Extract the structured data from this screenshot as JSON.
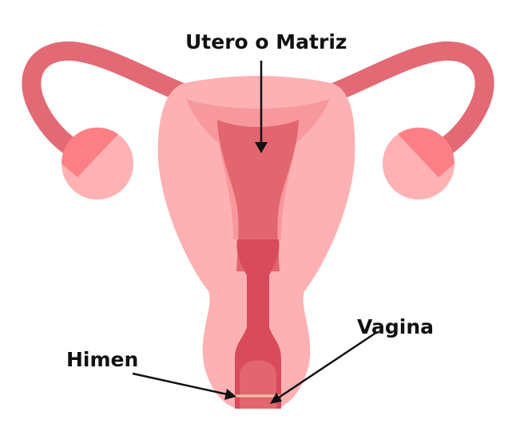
{
  "labels": {
    "uterus": "Utero o Matriz",
    "vagina": "Vagina",
    "hymen": "Himen"
  },
  "colors": {
    "tube": "#e36a75",
    "tube_dark": "#d95462",
    "ovary_light": "#ffb1b4",
    "ovary_dark": "#fc7f86",
    "outer_body": "#fdb1b3",
    "uterus_wall": "#f7989c",
    "uterus_cavity": "#e2666f",
    "canal": "#d94a5b",
    "hymen_line": "#f3c6a8",
    "arrow": "#111111"
  }
}
